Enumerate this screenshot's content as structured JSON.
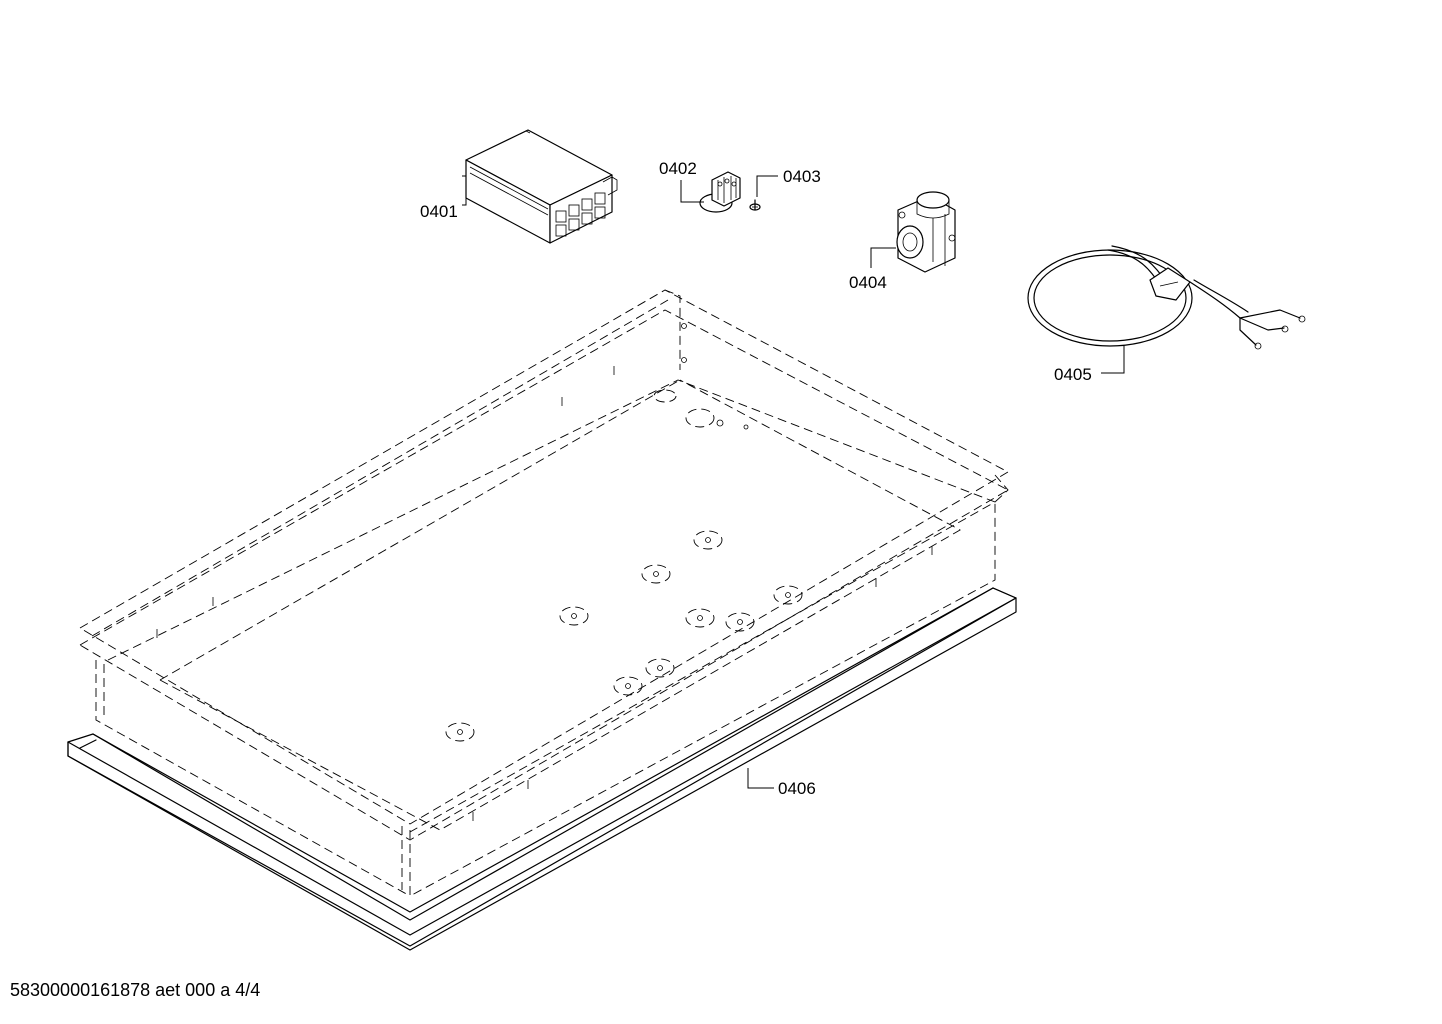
{
  "parts": [
    {
      "id": "0401",
      "name": "relay box"
    },
    {
      "id": "0402",
      "name": "terminal block"
    },
    {
      "id": "0403",
      "name": "screw"
    },
    {
      "id": "0404",
      "name": "gas valve"
    },
    {
      "id": "0405",
      "name": "power cord"
    },
    {
      "id": "0406",
      "name": "base tray and seal"
    }
  ],
  "footer": "58300000161878 aet 000 a 4/4"
}
